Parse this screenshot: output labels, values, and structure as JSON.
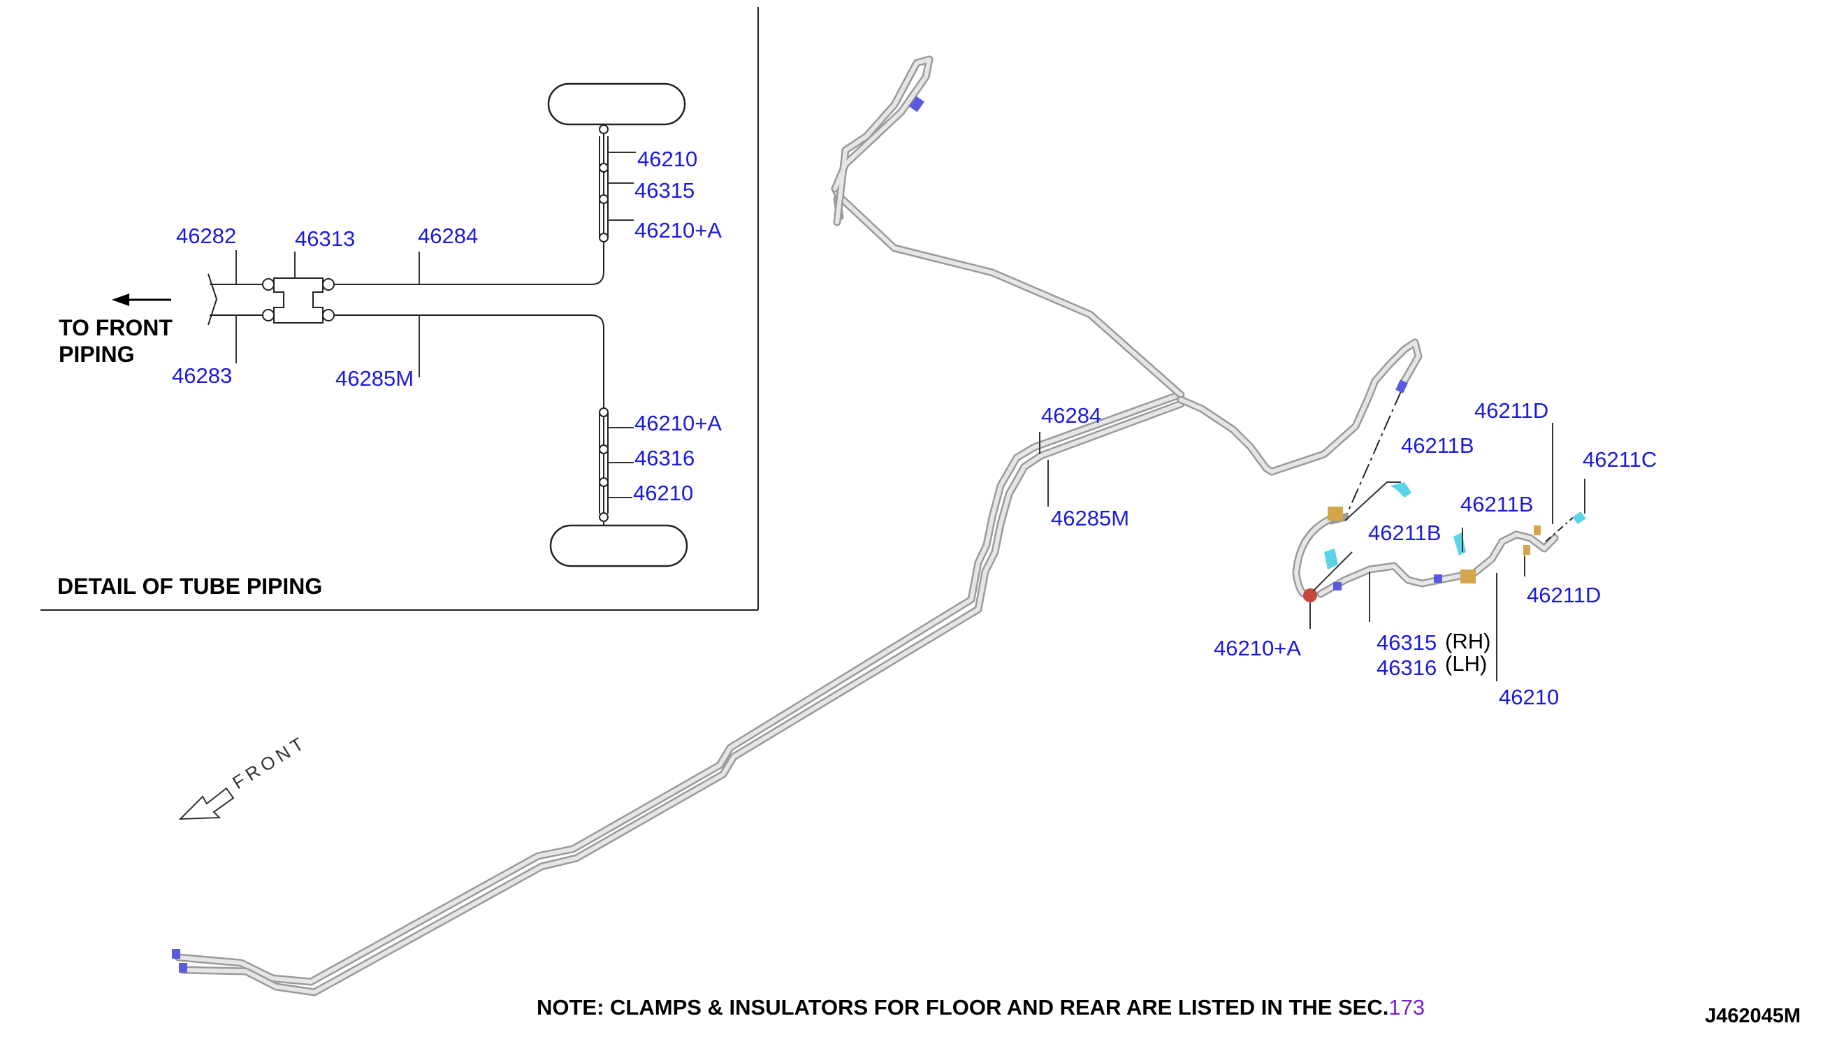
{
  "detail": {
    "title": "DETAIL OF TUBE PIPING",
    "to_front_line1": "TO FRONT",
    "to_front_line2": "PIPING",
    "labels": {
      "p46282": "46282",
      "p46313": "46313",
      "p46284": "46284",
      "p46283": "46283",
      "p46285M": "46285M",
      "p46210_top": "46210",
      "p46315": "46315",
      "p46210A_top": "46210+A",
      "p46210A_bottom": "46210+A",
      "p46316": "46316",
      "p46210_bottom": "46210"
    }
  },
  "main": {
    "labels": {
      "p46284": "46284",
      "p46285M": "46285M",
      "p46211D_top": "46211D",
      "p46211C": "46211C",
      "p46211B_a": "46211B",
      "p46211B_b": "46211B",
      "p46211B_c": "46211B",
      "p46211D_bottom": "46211D",
      "p46210A": "46210+A",
      "p46315": "46315",
      "rh": "(RH)",
      "p46316": "46316",
      "lh": "(LH)",
      "p46210": "46210"
    },
    "front_label": "FRONT"
  },
  "note": {
    "text": "NOTE: CLAMPS & INSULATORS FOR FLOOR AND REAR ARE LISTED IN THE SEC.",
    "section": "173"
  },
  "diagram_id": "J462045M",
  "colors": {
    "part_number": "#1a1adc",
    "section_link": "#7a1fd6",
    "clip_cyan": "#5ad4e6",
    "connector_blue": "#5a5ae0",
    "junction_tan": "#d4a64a",
    "junction_red": "#c8463c",
    "tube": "#9a9a9a"
  }
}
